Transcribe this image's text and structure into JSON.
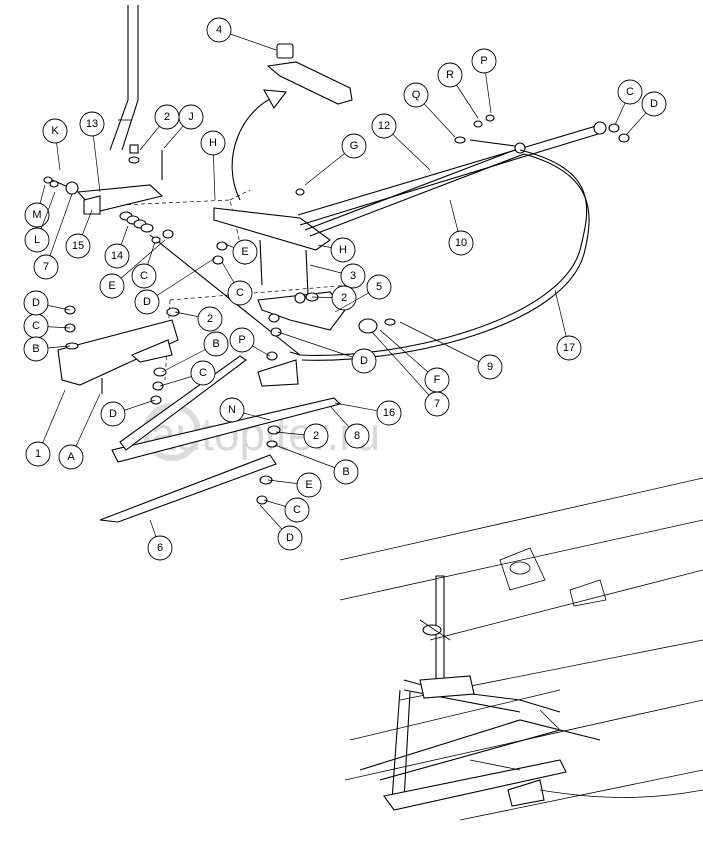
{
  "watermark": {
    "text": "autopiter.ru"
  },
  "callouts": [
    {
      "id": "c4",
      "label": "4"
    },
    {
      "id": "c12",
      "label": "12"
    },
    {
      "id": "cQ",
      "label": "Q"
    },
    {
      "id": "cR",
      "label": "R"
    },
    {
      "id": "cP1",
      "label": "P"
    },
    {
      "id": "cC1",
      "label": "C"
    },
    {
      "id": "cD1",
      "label": "D"
    },
    {
      "id": "cK",
      "label": "K"
    },
    {
      "id": "c13",
      "label": "13"
    },
    {
      "id": "c2a",
      "label": "2"
    },
    {
      "id": "cJ",
      "label": "J"
    },
    {
      "id": "cH1",
      "label": "H"
    },
    {
      "id": "cG",
      "label": "G"
    },
    {
      "id": "cM",
      "label": "M"
    },
    {
      "id": "cL",
      "label": "L"
    },
    {
      "id": "c7a",
      "label": "7"
    },
    {
      "id": "c15",
      "label": "15"
    },
    {
      "id": "c14",
      "label": "14"
    },
    {
      "id": "cE1",
      "label": "E"
    },
    {
      "id": "cC2",
      "label": "C"
    },
    {
      "id": "cD2",
      "label": "D"
    },
    {
      "id": "cE2",
      "label": "E"
    },
    {
      "id": "cH2",
      "label": "H"
    },
    {
      "id": "c10",
      "label": "10"
    },
    {
      "id": "c3",
      "label": "3"
    },
    {
      "id": "cC3",
      "label": "C"
    },
    {
      "id": "c2b",
      "label": "2"
    },
    {
      "id": "c5",
      "label": "5"
    },
    {
      "id": "cD3",
      "label": "D"
    },
    {
      "id": "cC4",
      "label": "C"
    },
    {
      "id": "cB1",
      "label": "B"
    },
    {
      "id": "c2c",
      "label": "2"
    },
    {
      "id": "cB2",
      "label": "B"
    },
    {
      "id": "cP2",
      "label": "P"
    },
    {
      "id": "cD4",
      "label": "D"
    },
    {
      "id": "c17",
      "label": "17"
    },
    {
      "id": "c9",
      "label": "9"
    },
    {
      "id": "cF",
      "label": "F"
    },
    {
      "id": "cC5",
      "label": "C"
    },
    {
      "id": "c7b",
      "label": "7"
    },
    {
      "id": "cN",
      "label": "N"
    },
    {
      "id": "cD5",
      "label": "D"
    },
    {
      "id": "c1",
      "label": "1"
    },
    {
      "id": "cA",
      "label": "A"
    },
    {
      "id": "c16",
      "label": "16"
    },
    {
      "id": "c2d",
      "label": "2"
    },
    {
      "id": "c8",
      "label": "8"
    },
    {
      "id": "cB3",
      "label": "B"
    },
    {
      "id": "cE3",
      "label": "E"
    },
    {
      "id": "cC6",
      "label": "C"
    },
    {
      "id": "cD6",
      "label": "D"
    },
    {
      "id": "c6",
      "label": "6"
    }
  ]
}
